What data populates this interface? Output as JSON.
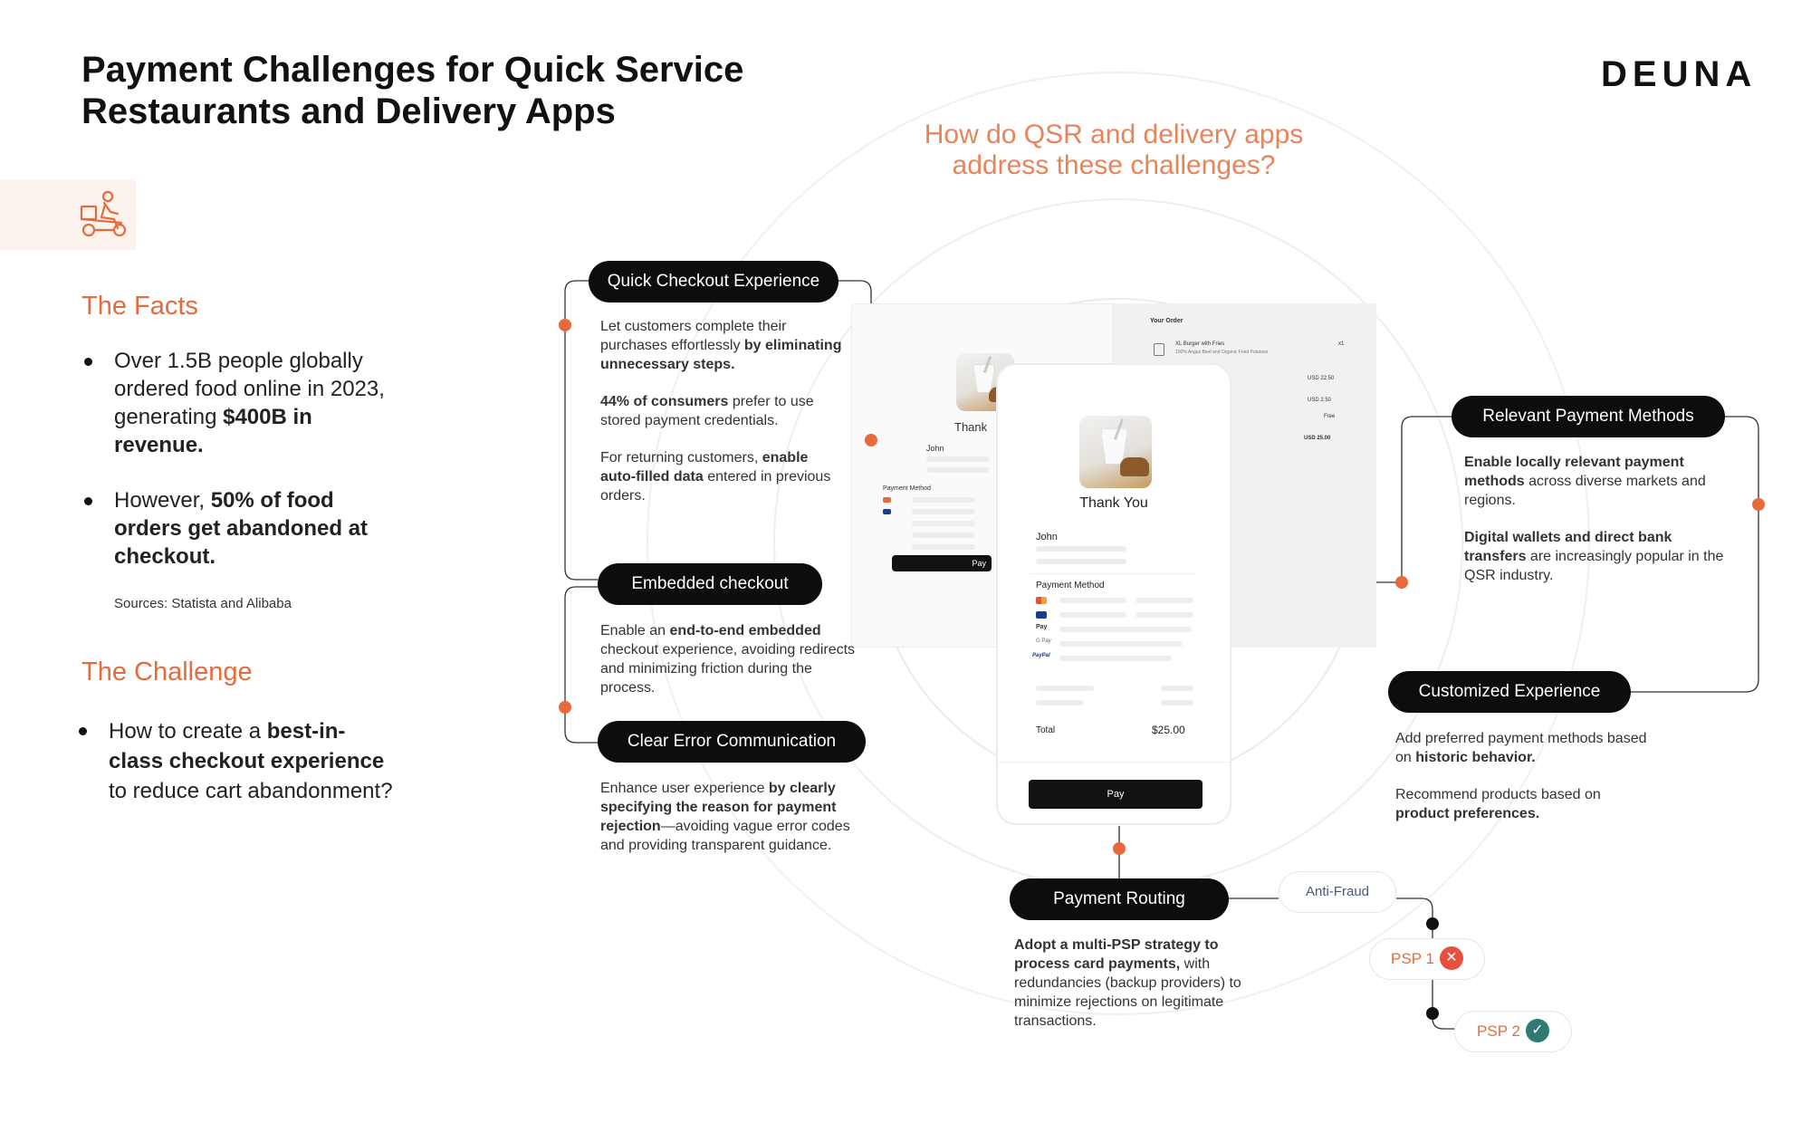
{
  "header": {
    "title_line1": "Payment Challenges for Quick Service",
    "title_line2": "Restaurants and Delivery Apps",
    "logo": "DEUNA"
  },
  "icons": {
    "delivery": "delivery-scooter-icon"
  },
  "facts": {
    "heading": "The Facts",
    "item1_a": "Over 1.5B people globally ordered food online in 2023, generating ",
    "item1_b": "$400B in revenue.",
    "item2_a": "However, ",
    "item2_b": "50% of food orders get abandoned at checkout.",
    "sources": "Sources: Statista and Alibaba"
  },
  "challenge": {
    "heading": "The Challenge",
    "item_a": "How to create a ",
    "item_b": "best-in-class checkout experience",
    "item_c": " to reduce cart abandonment?"
  },
  "question": {
    "line1": "How do QSR and delivery apps",
    "line2": "address these challenges?"
  },
  "quick_checkout": {
    "label": "Quick Checkout Experience",
    "p1_a": "Let customers complete their purchases effortlessly ",
    "p1_b": "by eliminating unnecessary steps.",
    "p2_a": "44% of consumers",
    "p2_b": " prefer to use stored payment credentials.",
    "p3_a": "For returning customers, ",
    "p3_b": "enable auto-filled data",
    "p3_c": " entered in previous orders."
  },
  "embedded": {
    "label": "Embedded checkout",
    "p_a": "Enable an ",
    "p_b": "end-to-end embedded",
    "p_c": " checkout experience, avoiding redirects and minimizing friction during the process."
  },
  "error_comm": {
    "label": "Clear Error Communication",
    "p_a": "Enhance user experience ",
    "p_b": "by clearly specifying the reason for payment rejection",
    "p_c": "—avoiding vague error codes and providing transparent guidance."
  },
  "relevant": {
    "label": "Relevant Payment Methods",
    "p1_a": "Enable locally relevant payment methods",
    "p1_b": " across diverse markets and regions.",
    "p2_a": "Digital wallets and direct bank transfers",
    "p2_b": " are increasingly popular in the QSR industry."
  },
  "customized": {
    "label": "Customized Experience",
    "p1_a": "Add preferred payment methods based on ",
    "p1_b": "historic behavior.",
    "p2_a": "Recommend products based on ",
    "p2_b": "product preferences."
  },
  "routing": {
    "label": "Payment Routing",
    "p_a": "Adopt a multi-PSP strategy to process card payments,",
    "p_b": " with redundancies (backup providers) to minimize rejections on legitimate transactions.",
    "anti_fraud": "Anti-Fraud",
    "psp1": "PSP 1",
    "psp2": "PSP 2"
  },
  "mockup": {
    "thank_you": "Thank You",
    "thank_partial": "Thank",
    "name": "John",
    "payment_method": "Payment Method",
    "total_label": "Total",
    "total_value": "$25.00",
    "pay": "Pay",
    "your_order": "Your Order",
    "item_name": "XL Burger with Fries",
    "item_desc": "100% Angus Beef and Organic Fried Potatoes",
    "item_qty": "x1",
    "subtotal": "USD 22.50",
    "tax": "USD 2.50",
    "shipping": "Free",
    "order_total": "USD 25.00",
    "wallet_apple": "Pay",
    "wallet_google": "G Pay",
    "wallet_paypal": "PayPal"
  },
  "colors": {
    "accent": "#e8693c",
    "dark": "#0d0d0d",
    "teal": "#2f7a73",
    "red": "#e5503f"
  }
}
